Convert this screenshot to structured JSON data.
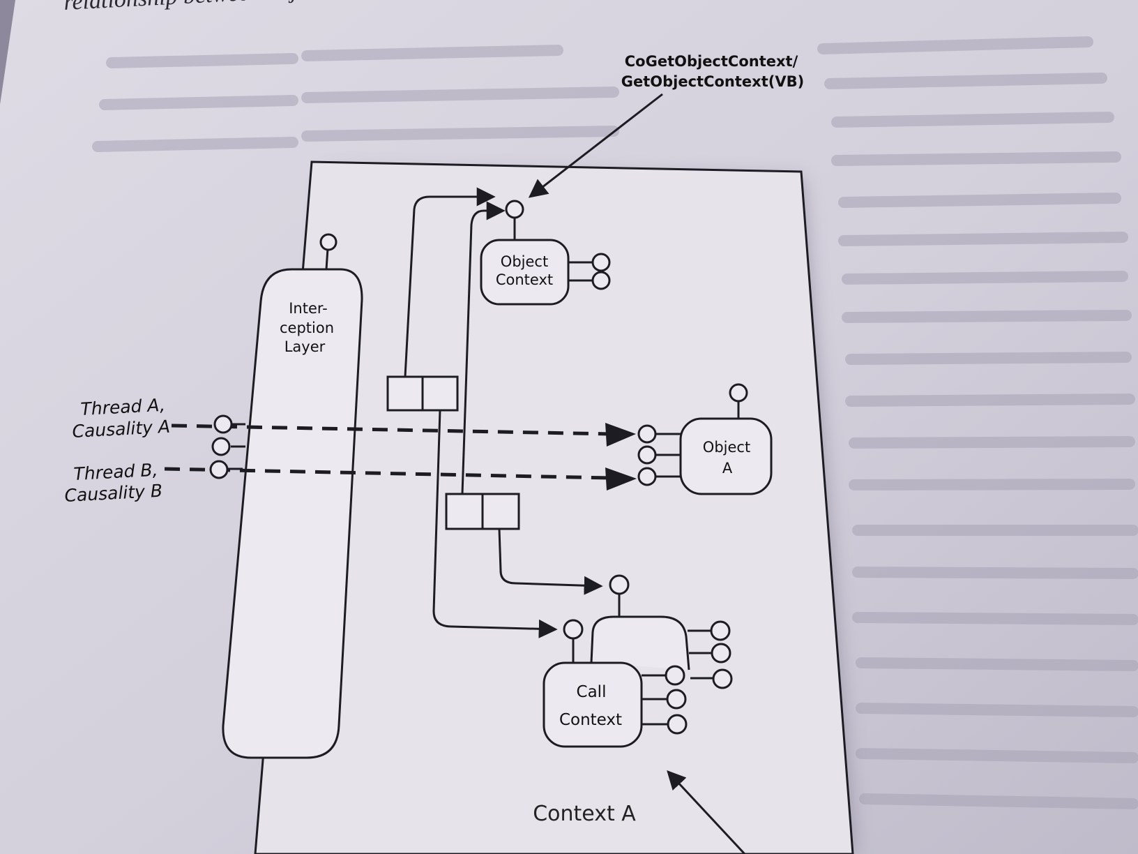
{
  "page": {
    "top_caption": "relationship between object context and call context."
  },
  "diagram": {
    "callout_top": {
      "line1": "CoGetObjectContext/",
      "line2": "GetObjectContext(VB)"
    },
    "interception_layer": {
      "line1": "Inter-",
      "line2": "ception",
      "line3": "Layer"
    },
    "object_context": {
      "line1": "Object",
      "line2": "Context"
    },
    "object_a": {
      "line1": "Object",
      "line2": "A"
    },
    "call_context": {
      "line1": "Call",
      "line2": "Context"
    },
    "thread_a": {
      "line1": "Thread A,",
      "line2": "Causality A"
    },
    "thread_b": {
      "line1": "Thread B,",
      "line2": "Causality B"
    },
    "context_label": "Context A"
  },
  "colors": {
    "paper": "#e6e3eb",
    "ink": "#1c1c22"
  }
}
